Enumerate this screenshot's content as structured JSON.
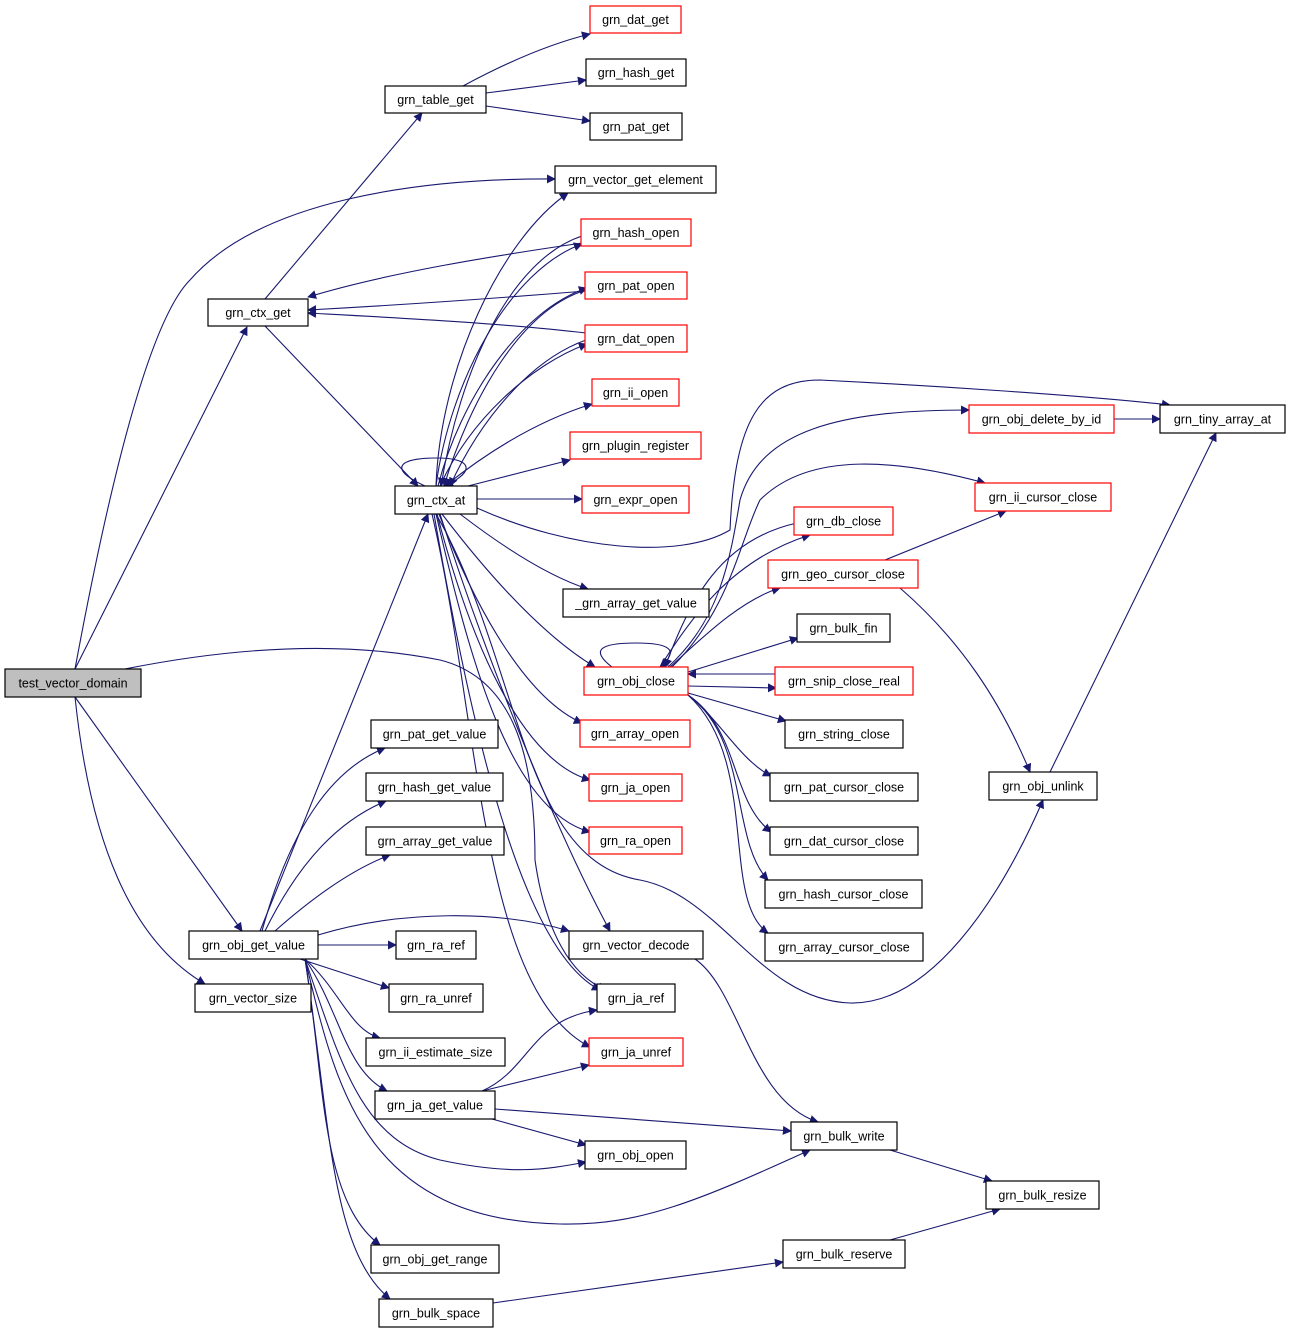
{
  "colors": {
    "edge": "#191970",
    "node_border_plain": "#000000",
    "node_border_truncated": "#ff0000",
    "root_fill": "#bfbfbf",
    "node_fill": "#ffffff"
  },
  "nodes": [
    {
      "id": "test_vector_domain",
      "label": "test_vector_domain",
      "style": "root"
    },
    {
      "id": "grn_ctx_get",
      "label": "grn_ctx_get",
      "style": "plain"
    },
    {
      "id": "grn_table_get",
      "label": "grn_table_get",
      "style": "plain"
    },
    {
      "id": "grn_dat_get",
      "label": "grn_dat_get",
      "style": "truncated"
    },
    {
      "id": "grn_hash_get",
      "label": "grn_hash_get",
      "style": "plain"
    },
    {
      "id": "grn_pat_get",
      "label": "grn_pat_get",
      "style": "plain"
    },
    {
      "id": "grn_vector_get_element",
      "label": "grn_vector_get_element",
      "style": "plain"
    },
    {
      "id": "grn_hash_open",
      "label": "grn_hash_open",
      "style": "truncated"
    },
    {
      "id": "grn_pat_open",
      "label": "grn_pat_open",
      "style": "truncated"
    },
    {
      "id": "grn_dat_open",
      "label": "grn_dat_open",
      "style": "truncated"
    },
    {
      "id": "grn_ii_open",
      "label": "grn_ii_open",
      "style": "truncated"
    },
    {
      "id": "grn_plugin_register",
      "label": "grn_plugin_register",
      "style": "truncated"
    },
    {
      "id": "grn_expr_open",
      "label": "grn_expr_open",
      "style": "truncated"
    },
    {
      "id": "grn_ctx_at",
      "label": "grn_ctx_at",
      "style": "plain"
    },
    {
      "id": "_grn_array_get_value",
      "label": "_grn_array_get_value",
      "style": "plain"
    },
    {
      "id": "grn_obj_close",
      "label": "grn_obj_close",
      "style": "truncated"
    },
    {
      "id": "grn_array_open",
      "label": "grn_array_open",
      "style": "truncated"
    },
    {
      "id": "grn_ja_open",
      "label": "grn_ja_open",
      "style": "truncated"
    },
    {
      "id": "grn_ra_open",
      "label": "grn_ra_open",
      "style": "truncated"
    },
    {
      "id": "grn_obj_delete_by_id",
      "label": "grn_obj_delete_by_id",
      "style": "truncated"
    },
    {
      "id": "grn_tiny_array_at",
      "label": "grn_tiny_array_at",
      "style": "plain"
    },
    {
      "id": "grn_ii_cursor_close",
      "label": "grn_ii_cursor_close",
      "style": "truncated"
    },
    {
      "id": "grn_db_close",
      "label": "grn_db_close",
      "style": "truncated"
    },
    {
      "id": "grn_geo_cursor_close",
      "label": "grn_geo_cursor_close",
      "style": "truncated"
    },
    {
      "id": "grn_bulk_fin",
      "label": "grn_bulk_fin",
      "style": "plain"
    },
    {
      "id": "grn_snip_close_real",
      "label": "grn_snip_close_real",
      "style": "truncated"
    },
    {
      "id": "grn_string_close",
      "label": "grn_string_close",
      "style": "plain"
    },
    {
      "id": "grn_pat_cursor_close",
      "label": "grn_pat_cursor_close",
      "style": "plain"
    },
    {
      "id": "grn_dat_cursor_close",
      "label": "grn_dat_cursor_close",
      "style": "plain"
    },
    {
      "id": "grn_hash_cursor_close",
      "label": "grn_hash_cursor_close",
      "style": "plain"
    },
    {
      "id": "grn_array_cursor_close",
      "label": "grn_array_cursor_close",
      "style": "plain"
    },
    {
      "id": "grn_obj_unlink",
      "label": "grn_obj_unlink",
      "style": "plain"
    },
    {
      "id": "grn_pat_get_value",
      "label": "grn_pat_get_value",
      "style": "plain"
    },
    {
      "id": "grn_hash_get_value",
      "label": "grn_hash_get_value",
      "style": "plain"
    },
    {
      "id": "grn_array_get_value",
      "label": "grn_array_get_value",
      "style": "plain"
    },
    {
      "id": "grn_obj_get_value",
      "label": "grn_obj_get_value",
      "style": "plain"
    },
    {
      "id": "grn_ra_ref",
      "label": "grn_ra_ref",
      "style": "plain"
    },
    {
      "id": "grn_vector_decode",
      "label": "grn_vector_decode",
      "style": "plain"
    },
    {
      "id": "grn_vector_size",
      "label": "grn_vector_size",
      "style": "plain"
    },
    {
      "id": "grn_ra_unref",
      "label": "grn_ra_unref",
      "style": "plain"
    },
    {
      "id": "grn_ja_ref",
      "label": "grn_ja_ref",
      "style": "plain"
    },
    {
      "id": "grn_ii_estimate_size",
      "label": "grn_ii_estimate_size",
      "style": "plain"
    },
    {
      "id": "grn_ja_unref",
      "label": "grn_ja_unref",
      "style": "truncated"
    },
    {
      "id": "grn_ja_get_value",
      "label": "grn_ja_get_value",
      "style": "plain"
    },
    {
      "id": "grn_bulk_write",
      "label": "grn_bulk_write",
      "style": "plain"
    },
    {
      "id": "grn_obj_open",
      "label": "grn_obj_open",
      "style": "plain"
    },
    {
      "id": "grn_bulk_resize",
      "label": "grn_bulk_resize",
      "style": "plain"
    },
    {
      "id": "grn_obj_get_range",
      "label": "grn_obj_get_range",
      "style": "plain"
    },
    {
      "id": "grn_bulk_reserve",
      "label": "grn_bulk_reserve",
      "style": "plain"
    },
    {
      "id": "grn_bulk_space",
      "label": "grn_bulk_space",
      "style": "plain"
    }
  ],
  "edges": [
    [
      "test_vector_domain",
      "grn_ctx_get"
    ],
    [
      "test_vector_domain",
      "grn_vector_get_element"
    ],
    [
      "test_vector_domain",
      "grn_obj_get_value"
    ],
    [
      "test_vector_domain",
      "grn_vector_size"
    ],
    [
      "test_vector_domain",
      "grn_ja_ref"
    ],
    [
      "grn_ctx_get",
      "grn_table_get"
    ],
    [
      "grn_ctx_get",
      "grn_ctx_at"
    ],
    [
      "grn_table_get",
      "grn_dat_get"
    ],
    [
      "grn_table_get",
      "grn_hash_get"
    ],
    [
      "grn_table_get",
      "grn_pat_get"
    ],
    [
      "grn_hash_open",
      "grn_ctx_get"
    ],
    [
      "grn_pat_open",
      "grn_ctx_get"
    ],
    [
      "grn_dat_open",
      "grn_ctx_get"
    ],
    [
      "grn_ctx_at",
      "grn_ctx_at"
    ],
    [
      "grn_ctx_at",
      "grn_vector_get_element"
    ],
    [
      "grn_ctx_at",
      "grn_hash_open"
    ],
    [
      "grn_ctx_at",
      "grn_pat_open"
    ],
    [
      "grn_ctx_at",
      "grn_dat_open"
    ],
    [
      "grn_ctx_at",
      "grn_ii_open"
    ],
    [
      "grn_ctx_at",
      "grn_plugin_register"
    ],
    [
      "grn_ctx_at",
      "grn_expr_open"
    ],
    [
      "grn_ctx_at",
      "grn_tiny_array_at"
    ],
    [
      "grn_ctx_at",
      "_grn_array_get_value"
    ],
    [
      "grn_ctx_at",
      "grn_obj_close"
    ],
    [
      "grn_ctx_at",
      "grn_array_open"
    ],
    [
      "grn_ctx_at",
      "grn_ja_open"
    ],
    [
      "grn_ctx_at",
      "grn_ra_open"
    ],
    [
      "grn_ctx_at",
      "grn_vector_decode"
    ],
    [
      "grn_ctx_at",
      "grn_ja_ref"
    ],
    [
      "grn_ctx_at",
      "grn_ja_unref"
    ],
    [
      "grn_ctx_at",
      "grn_obj_unlink"
    ],
    [
      "grn_hash_open",
      "grn_ctx_at"
    ],
    [
      "grn_pat_open",
      "grn_ctx_at"
    ],
    [
      "grn_dat_open",
      "grn_ctx_at"
    ],
    [
      "grn_obj_close",
      "grn_obj_close"
    ],
    [
      "grn_obj_close",
      "grn_obj_delete_by_id"
    ],
    [
      "grn_obj_close",
      "grn_ii_cursor_close"
    ],
    [
      "grn_obj_close",
      "grn_db_close"
    ],
    [
      "grn_obj_close",
      "grn_geo_cursor_close"
    ],
    [
      "grn_obj_close",
      "grn_bulk_fin"
    ],
    [
      "grn_obj_close",
      "grn_snip_close_real"
    ],
    [
      "grn_obj_close",
      "grn_string_close"
    ],
    [
      "grn_obj_close",
      "grn_pat_cursor_close"
    ],
    [
      "grn_obj_close",
      "grn_dat_cursor_close"
    ],
    [
      "grn_obj_close",
      "grn_hash_cursor_close"
    ],
    [
      "grn_obj_close",
      "grn_array_cursor_close"
    ],
    [
      "grn_snip_close_real",
      "grn_obj_close"
    ],
    [
      "grn_db_close",
      "grn_obj_close"
    ],
    [
      "grn_obj_delete_by_id",
      "grn_tiny_array_at"
    ],
    [
      "grn_geo_cursor_close",
      "grn_ii_cursor_close"
    ],
    [
      "grn_geo_cursor_close",
      "grn_obj_unlink"
    ],
    [
      "grn_obj_unlink",
      "grn_tiny_array_at"
    ],
    [
      "grn_obj_get_value",
      "grn_ctx_at"
    ],
    [
      "grn_obj_get_value",
      "grn_pat_get_value"
    ],
    [
      "grn_obj_get_value",
      "grn_hash_get_value"
    ],
    [
      "grn_obj_get_value",
      "grn_array_get_value"
    ],
    [
      "grn_obj_get_value",
      "grn_ra_ref"
    ],
    [
      "grn_obj_get_value",
      "grn_vector_decode"
    ],
    [
      "grn_obj_get_value",
      "grn_ra_unref"
    ],
    [
      "grn_obj_get_value",
      "grn_ii_estimate_size"
    ],
    [
      "grn_obj_get_value",
      "grn_ja_get_value"
    ],
    [
      "grn_obj_get_value",
      "grn_obj_open"
    ],
    [
      "grn_obj_get_value",
      "grn_bulk_write"
    ],
    [
      "grn_obj_get_value",
      "grn_obj_get_range"
    ],
    [
      "grn_obj_get_value",
      "grn_bulk_space"
    ],
    [
      "grn_vector_decode",
      "grn_bulk_write"
    ],
    [
      "grn_ja_get_value",
      "grn_ja_ref"
    ],
    [
      "grn_ja_get_value",
      "grn_ja_unref"
    ],
    [
      "grn_ja_get_value",
      "grn_bulk_write"
    ],
    [
      "grn_ja_get_value",
      "grn_obj_open"
    ],
    [
      "grn_bulk_write",
      "grn_bulk_resize"
    ],
    [
      "grn_bulk_reserve",
      "grn_bulk_resize"
    ],
    [
      "grn_bulk_space",
      "grn_bulk_reserve"
    ]
  ]
}
